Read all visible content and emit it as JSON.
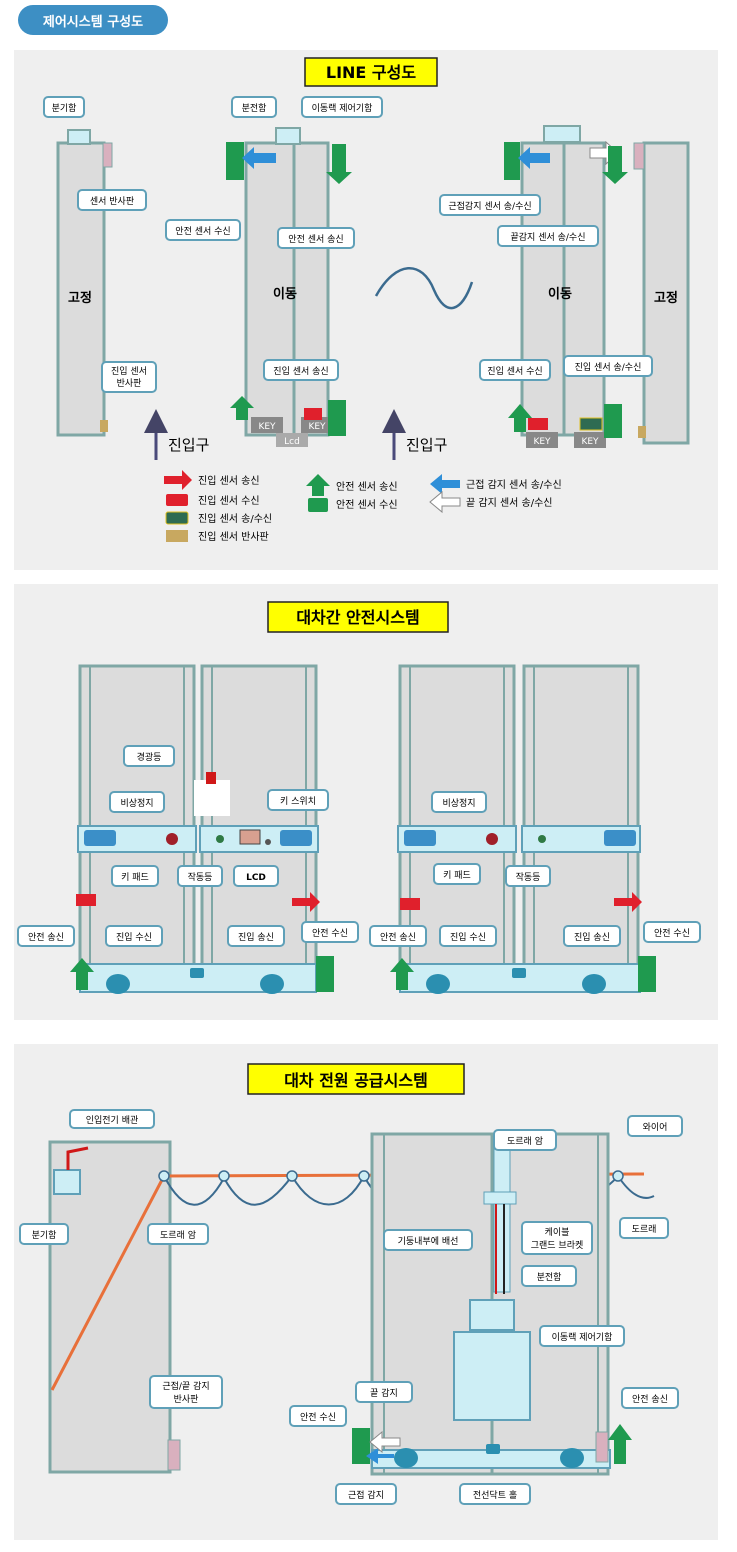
{
  "header": {
    "title": "제어시스템 구성도"
  },
  "colors": {
    "panel_bg": "#efefef",
    "column_fill": "#dcdcdc",
    "column_border": "#7fa7a5",
    "callout_border": "#5fa0b8",
    "title_bg": "#ffff00",
    "green": "#1f9a4f",
    "red": "#e0202c",
    "blue": "#2f8fd8",
    "orange": "#e8703a",
    "cart_blue": "#cdeef5",
    "header_blue": "#3d8fc4"
  },
  "panel1": {
    "title": "LINE 구성도",
    "columns": {
      "fixed_left": "고정",
      "moving_left": "이동",
      "moving_right": "이동",
      "fixed_right": "고정"
    },
    "callouts": {
      "branch_box": "분기함",
      "sensor_reflector": "센서 반사판",
      "entry_sensor_reflector": [
        "진입 센서",
        "반사판"
      ],
      "distribution_box": "분전함",
      "mobile_rack_control": "이동랙 제어기함",
      "safety_rx": "안전 센서 수신",
      "safety_tx": "안전 센서 송신",
      "entry_tx": "진입 센서 송신",
      "near_detect": "근접감지 센서 송/수신",
      "end_detect": "끝감지 센서 송/수신",
      "entry_rx": "진입 센서 수신",
      "entry_txrx": "진입 센서 송/수신"
    },
    "labels": {
      "entrance": "진입구",
      "key": "KEY",
      "lcd": "Lcd"
    },
    "legend": [
      {
        "icon": "red-arrow-icon",
        "label": "진입 센서 송신"
      },
      {
        "icon": "red-sensor-icon",
        "label": "진입 센서 수신"
      },
      {
        "icon": "txrx-sensor-icon",
        "label": "진입 센서 송/수신"
      },
      {
        "icon": "reflector-icon",
        "label": "진입 센서 반사판"
      },
      {
        "icon": "green-arrow-icon",
        "label": "안전 센서 송신"
      },
      {
        "icon": "green-sensor-icon",
        "label": "안전 센서 수신"
      },
      {
        "icon": "blue-arrow-icon",
        "label": "근접 감지 센서 송/수신"
      },
      {
        "icon": "white-arrow-icon",
        "label": "끝 감지 센서 송/수신"
      }
    ]
  },
  "panel2": {
    "title": "대차간 안전시스템",
    "callouts": {
      "warning_light": "경광등",
      "emergency_stop": "비상정지",
      "key_switch": "키 스위치",
      "key_pad": "키 패드",
      "operation_light": "작동등",
      "lcd": "LCD",
      "safety_tx": "안전 송신",
      "entry_rx": "진입 수신",
      "entry_tx": "진입 송신",
      "safety_rx": "안전 수신"
    }
  },
  "panel3": {
    "title": "대차 전원 공급시스템",
    "callouts": {
      "power_inlet": "인입전기 배관",
      "branch_box": "분기함",
      "trolley_arm_left": "도르래 암",
      "near_end_reflector": [
        "근접/끝 감지",
        "반사판"
      ],
      "trolley_arm_right": "도르래 암",
      "wire": "와이어",
      "trolley": "도르래",
      "cable_bracket": [
        "케이블",
        "그랜드 브라켓"
      ],
      "internal_wiring": "기둥내부에 배선",
      "distribution_box": "분전함",
      "mobile_rack_control": "이동랙 제어기함",
      "end_detect": "끝 감지",
      "safety_rx": "안전 수신",
      "safety_tx": "안전 송신",
      "near_detect": "근접 감지",
      "duct_hole": "전선닥트 홀"
    }
  }
}
